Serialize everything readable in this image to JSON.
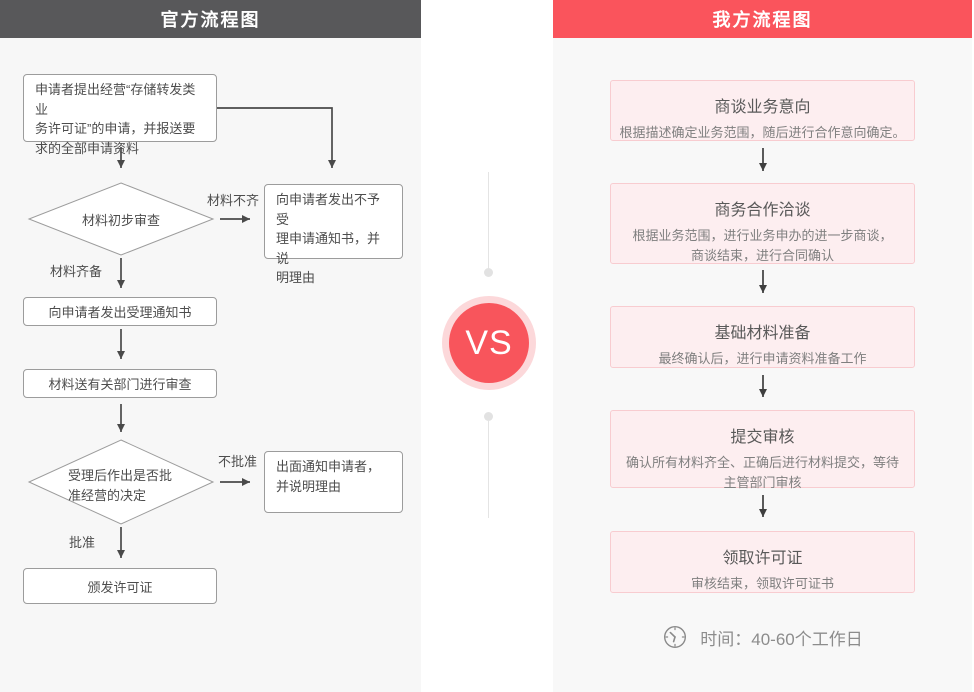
{
  "left_panel": {
    "title": "官方流程图",
    "nodes": {
      "apply": "申请者提出经营“存储转发类业\n务许可证”的申请，并报送要\n求的全部申请资料",
      "initial_review": "材料初步审查",
      "reject_notice": "向申请者发出不予受\n理申请通知书，并说\n明理由",
      "accept_notice": "向申请者发出受理通知书",
      "dept_review": "材料送有关部门进行审查",
      "approval_decision": "受理后作出是否批\n准经营的决定",
      "notify_applicant": "出面通知申请者，\n并说明理由",
      "issue_license": "颁发许可证"
    },
    "labels": {
      "incomplete": "材料不齐",
      "complete": "材料齐备",
      "not_approved": "不批准",
      "approved": "批准"
    }
  },
  "divider": {
    "vs": "VS"
  },
  "right_panel": {
    "title": "我方流程图",
    "steps": [
      {
        "title": "商谈业务意向",
        "desc": "根据描述确定业务范围，随后进行合作意向确定。"
      },
      {
        "title": "商务合作洽谈",
        "desc": "根据业务范围，进行业务申办的进一步商谈，\n商谈结束，进行合同确认"
      },
      {
        "title": "基础材料准备",
        "desc": "最终确认后，进行申请资料准备工作"
      },
      {
        "title": "提交审核",
        "desc": "确认所有材料齐全、正确后进行材料提交，等待\n主管部门审核"
      },
      {
        "title": "领取许可证",
        "desc": "审核结束，领取许可证书"
      }
    ],
    "time_icon": "clock-icon",
    "time_note": "时间：40-60个工作日"
  },
  "colors": {
    "left_header_bg": "#58585a",
    "right_header_bg": "#fa545c",
    "panel_bg": "#f7f7f7",
    "left_box_border": "#9c9c9c",
    "right_box_bg": "#fdeef0",
    "right_box_border": "#f8ccd0",
    "arrow": "#4a4a4a",
    "vs_inner": "#f8555c",
    "vs_ring": "#fcd8da",
    "divider_line": "#e4e4e4",
    "text_dark": "#4d4d4d",
    "text_gray": "#7f7f7f",
    "time_gray": "#8c8c8c"
  }
}
